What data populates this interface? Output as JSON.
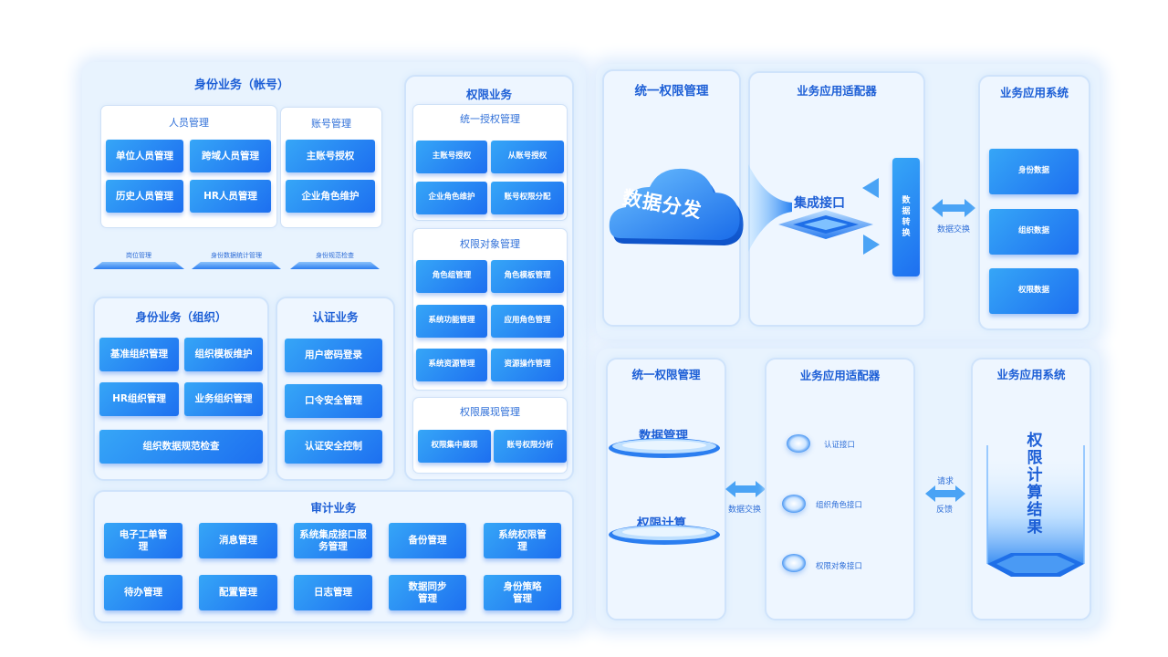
{
  "left": {
    "identity_account": {
      "title": "身份业务（帐号）",
      "personnel": {
        "title": "人员管理",
        "items": [
          "单位人员管理",
          "跨域人员管理",
          "历史人员管理",
          "HR人员管理"
        ]
      },
      "account": {
        "title": "账号管理",
        "items": [
          "主账号授权",
          "企业角色维护"
        ]
      },
      "platforms": [
        "岗位管理",
        "身份数据统计管理",
        "身份规范检查"
      ]
    },
    "identity_org": {
      "title": "身份业务（组织）",
      "items": [
        "基准组织管理",
        "组织模板维护",
        "HR组织管理",
        "业务组织管理",
        "组织数据规范检查"
      ]
    },
    "auth": {
      "title": "认证业务",
      "items": [
        "用户密码登录",
        "口令安全管理",
        "认证安全控制"
      ]
    },
    "permission": {
      "title": "权限业务",
      "unified": {
        "title": "统一授权管理",
        "items": [
          "主账号授权",
          "从账号授权",
          "企业角色维护",
          "账号权限分配"
        ]
      },
      "objects": {
        "title": "权限对象管理",
        "items": [
          "角色组管理",
          "角色模板管理",
          "系统功能管理",
          "应用角色管理",
          "系统资源管理",
          "资源操作管理"
        ]
      },
      "display": {
        "title": "权限展现管理",
        "items": [
          "权限集中展现",
          "账号权限分析"
        ]
      }
    },
    "audit": {
      "title": "审计业务",
      "items": [
        "电子工单管理",
        "消息管理",
        "系统集成接口服务管理",
        "备份管理",
        "系统权限管理",
        "待办管理",
        "配置管理",
        "日志管理",
        "数据同步管理",
        "身份策略管理"
      ]
    }
  },
  "right_top": {
    "col1_title": "统一权限管理",
    "cloud_text": "数据分发",
    "col2_title": "业务应用适配器",
    "integration": "集成接口",
    "convert": "数据转换",
    "exchange": "数据交换",
    "col3_title": "业务应用系统",
    "data_items": [
      "身份数据",
      "组织数据",
      "权限数据"
    ]
  },
  "right_bottom": {
    "col1_title": "统一权限管理",
    "data_mgmt": "数据管理",
    "perm_calc": "权限计算",
    "exchange": "数据交换",
    "col2_title": "业务应用适配器",
    "interfaces": [
      "认证接口",
      "组织角色接口",
      "权限对象接口"
    ],
    "request": "请求",
    "feedback": "反馈",
    "col3_title": "业务应用系统",
    "result": "权限计算结果"
  },
  "colors": {
    "accent": "#1d6ff0",
    "title": "#1d5fd6",
    "panel_bg": "#eef6ff"
  }
}
